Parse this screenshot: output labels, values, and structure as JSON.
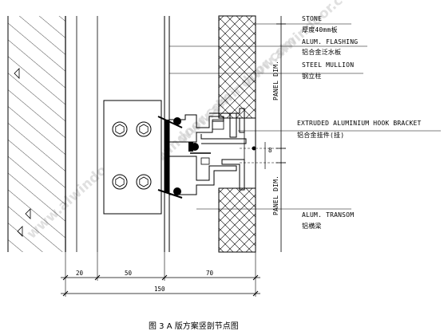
{
  "labels": {
    "stone": "STONE",
    "stone_thk": "厚度40mm板",
    "flashing": "ALUM. FLASHING",
    "flashing_cn": "铝合金泛水板",
    "mullion": "STEEL MULLION",
    "mullion_cn": "钢立柱",
    "bracket": "EXTRUDED ALUMINIUM HOOK BRACKET",
    "bracket_cn": "铝合金挂件(挂)",
    "transom": "ALUM. TRANSOM",
    "transom_cn": "铝横梁",
    "panel_dim_upper": "PANEL DIM.",
    "panel_dim_lower": "PANEL DIM."
  },
  "dimensions": {
    "d20": "20",
    "d50": "50",
    "d70": "70",
    "d150": "150",
    "d8": "8"
  },
  "watermark": "www.alwindoor.com",
  "caption": "图 3   A 版方案竖剖节点图"
}
